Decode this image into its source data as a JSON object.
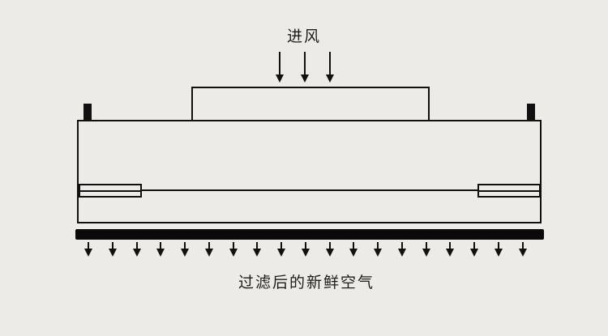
{
  "diagram": {
    "inlet_label": "进风",
    "outlet_label": "过滤后的新鲜空气",
    "inlet_arrow_count": 3,
    "outlet_arrow_count": 19,
    "colors": {
      "background": "#edebe8",
      "line": "#111111",
      "filter_face": "#0a0a0a"
    }
  }
}
